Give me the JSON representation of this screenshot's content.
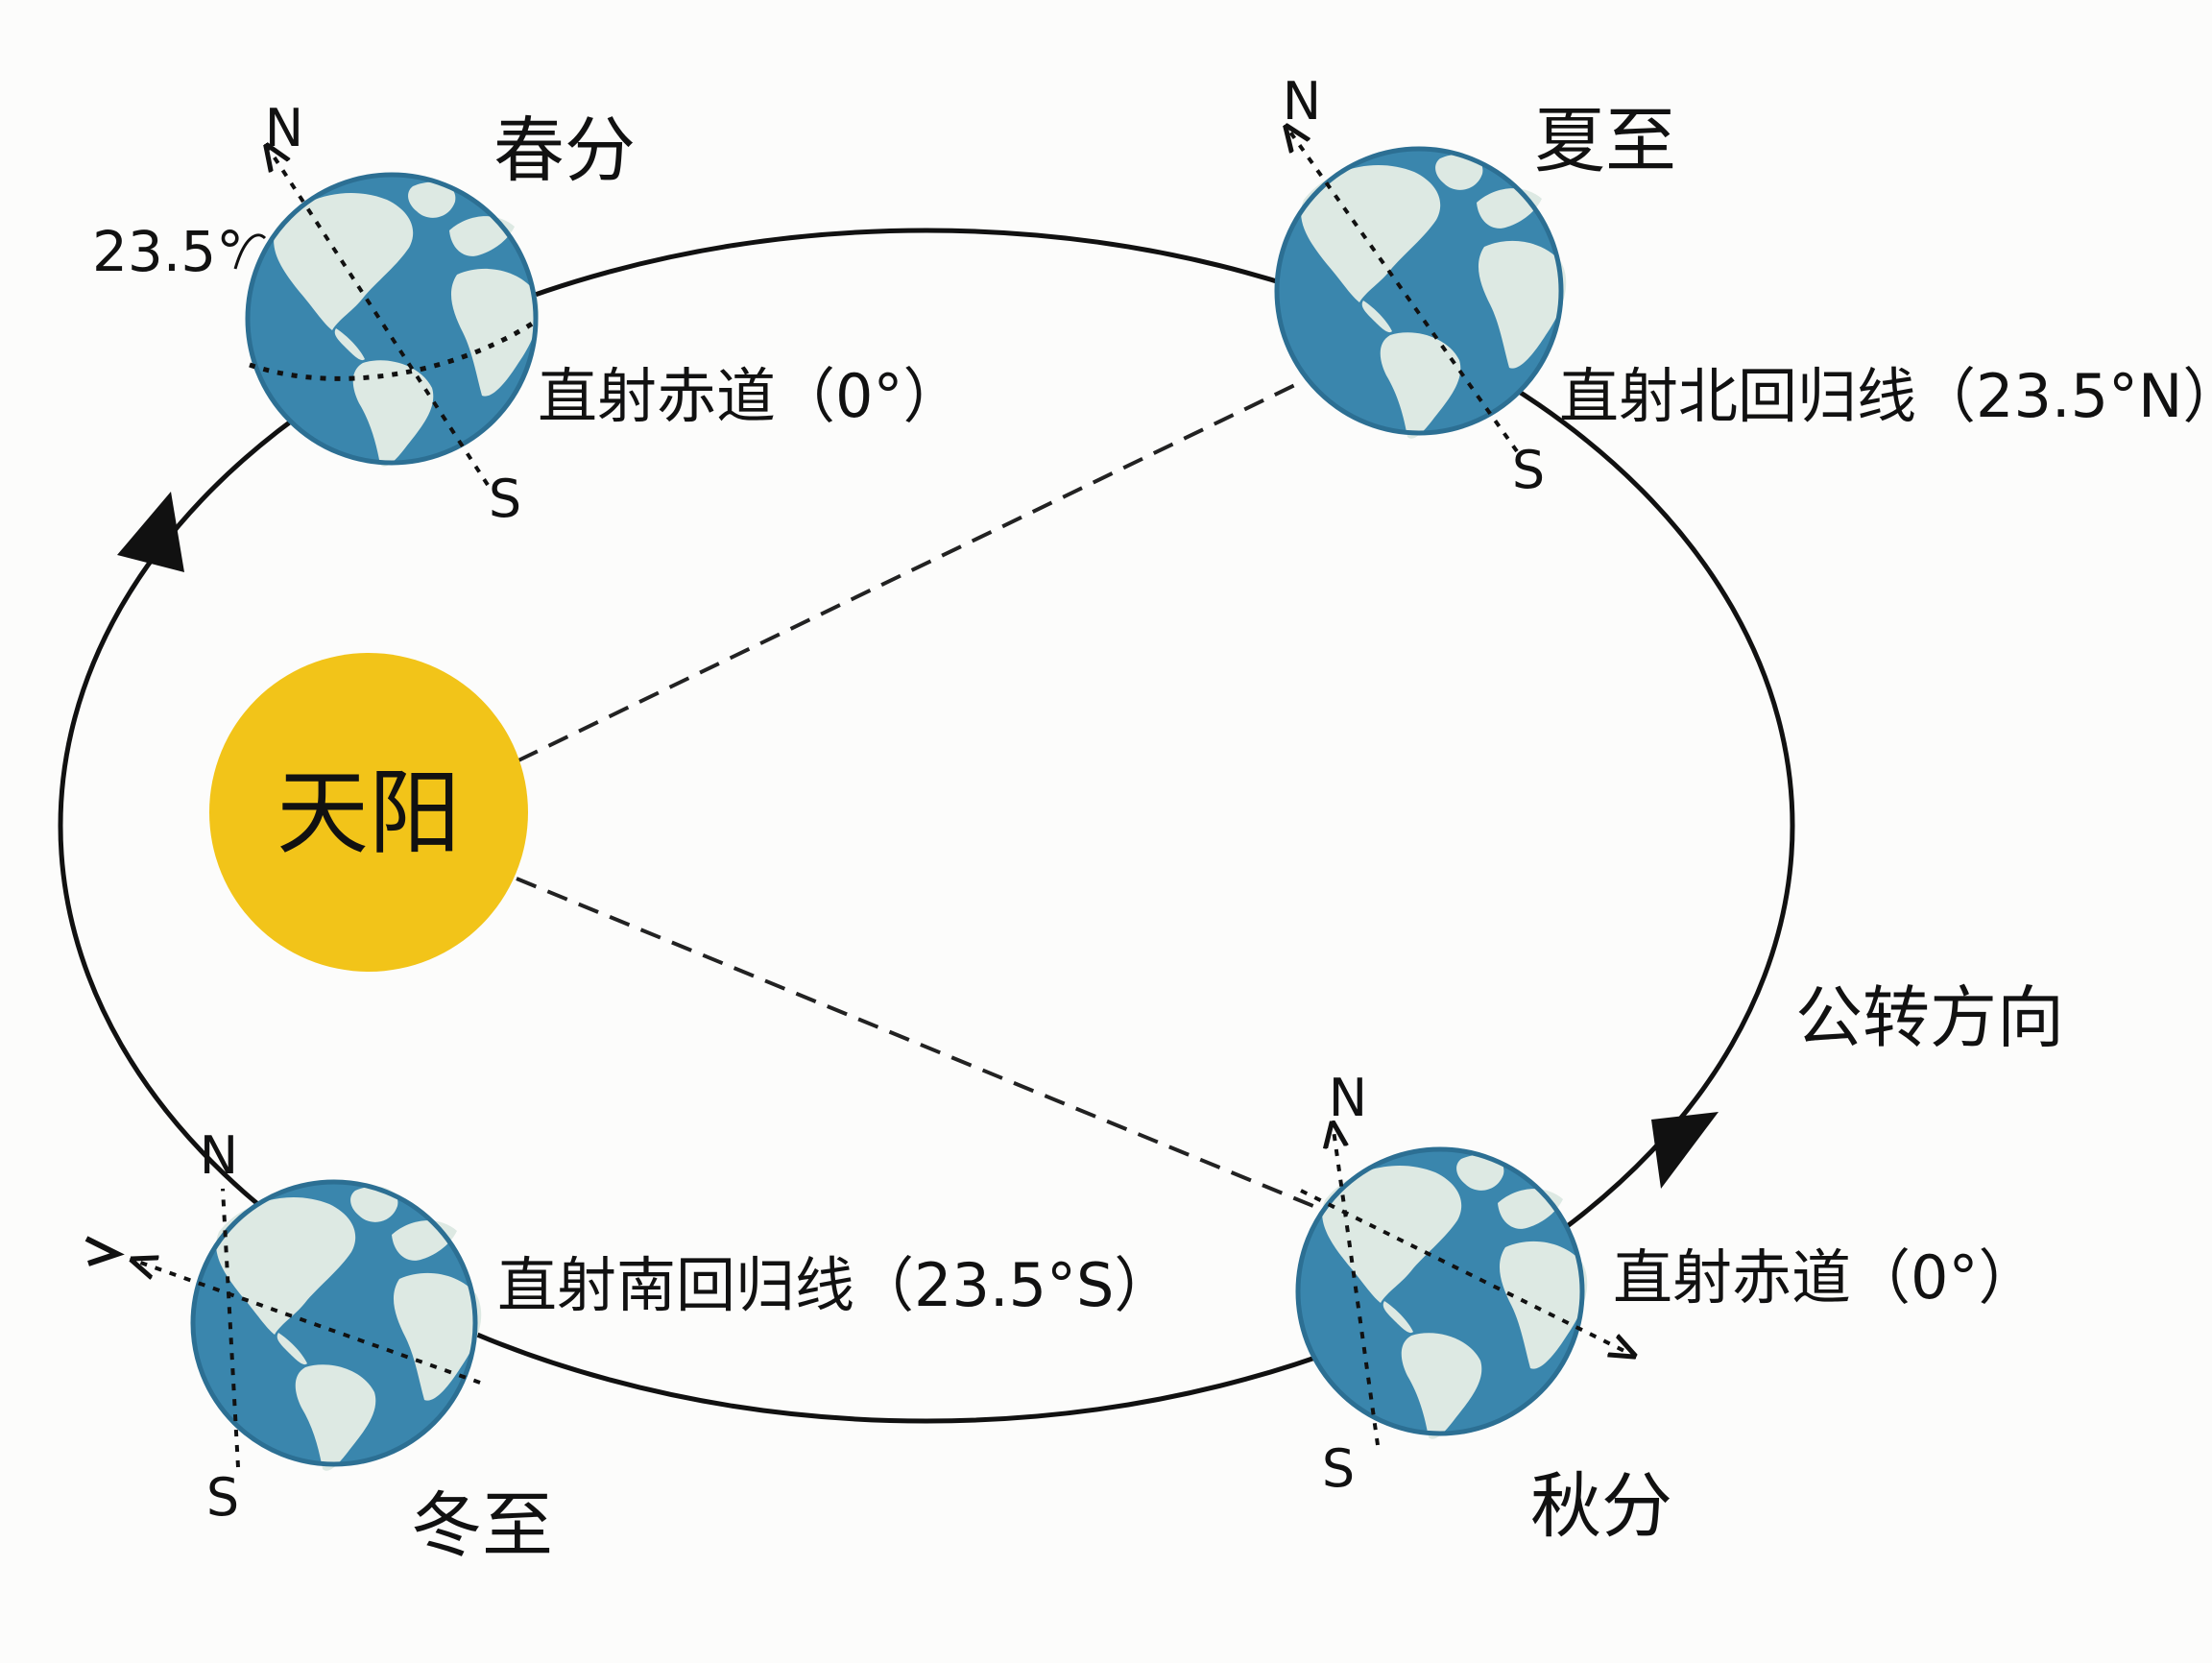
{
  "sun": {
    "label": "天阳",
    "color": "#f2c419"
  },
  "earth_colors": {
    "ocean": "#3a86ad",
    "land": "#dde9e3",
    "rim": "#2c6f93"
  },
  "revolution_label": "公转方向",
  "tilt_label": "23.5°",
  "earths": [
    {
      "id": "spring",
      "season": "春分",
      "note": "直射赤道（0°）",
      "pole_n": "N",
      "pole_s": "S"
    },
    {
      "id": "summer",
      "season": "夏至",
      "note": "直射北回归线（23.5°N）",
      "pole_n": "N",
      "pole_s": "S"
    },
    {
      "id": "autumn",
      "season": "秋分",
      "note": "直射赤道（0°）",
      "pole_n": "N",
      "pole_s": "S"
    },
    {
      "id": "winter",
      "season": "冬至",
      "note": "直射南回归线（23.5°S）",
      "pole_n": "N",
      "pole_s": "S"
    }
  ]
}
